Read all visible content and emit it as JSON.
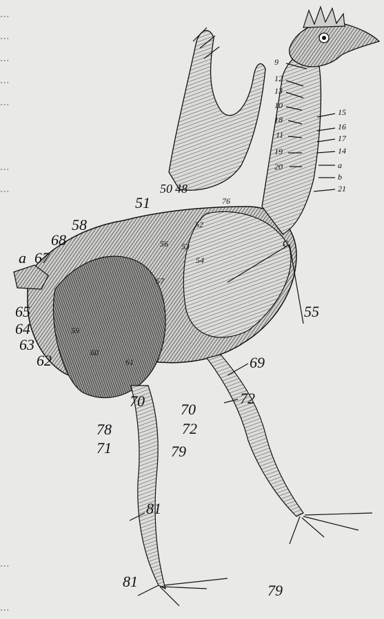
{
  "background_text": [
    "...",
    "...",
    "...",
    "...",
    "...",
    "...",
    "...",
    "...",
    "..."
  ],
  "labels": {
    "a_tail": "a",
    "l9": "9",
    "l12": "12",
    "l13": "13",
    "l10": "10",
    "l15": "15",
    "l18": "18",
    "l16": "16",
    "l11": "11",
    "l17": "17",
    "l19": "19",
    "l14": "14",
    "l20": "20",
    "la": "a",
    "lb": "b",
    "l21": "21",
    "l50": "50",
    "l48": "48",
    "l51": "51",
    "l76": "76",
    "l52": "52",
    "l56": "56",
    "l53": "53",
    "l54": "54",
    "lc": "c",
    "l57": "57",
    "l58": "58",
    "l67": "67",
    "l68": "68",
    "l65": "65",
    "l64": "64",
    "l63": "63",
    "l59": "59",
    "l62": "62",
    "l60": "60",
    "l61": "61",
    "l55": "55",
    "l69": "69",
    "l70a": "70",
    "l70b": "70",
    "l72a": "72",
    "l72b": "72",
    "l78": "78",
    "l71": "71",
    "l79a": "79",
    "l81a": "81",
    "l81b": "81",
    "l79b": "79"
  },
  "colors": {
    "ink": "#111111",
    "paper": "#e9e9e8",
    "shade": "#3a3a3a"
  }
}
